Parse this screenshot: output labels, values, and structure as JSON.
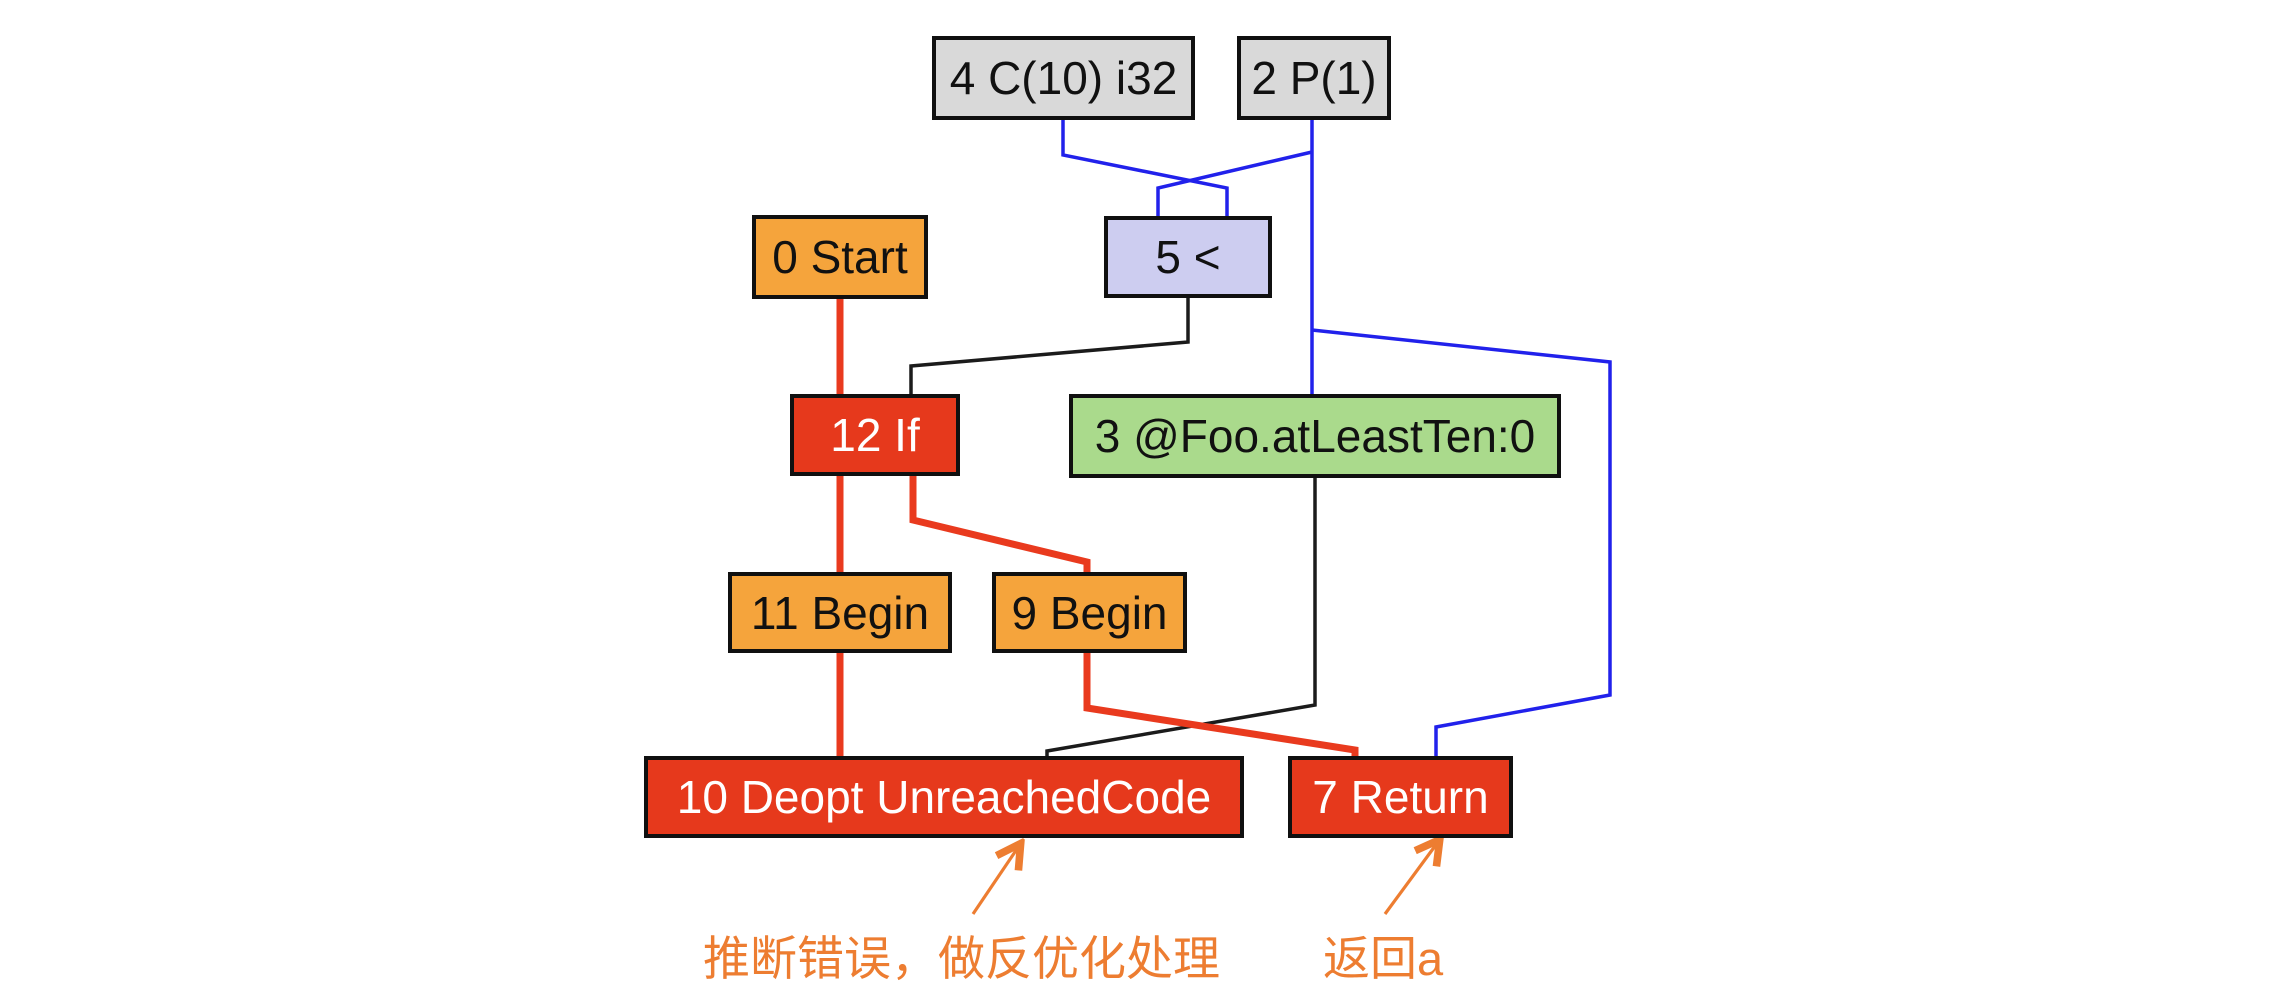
{
  "diagram": {
    "nodes": {
      "const4": {
        "label": "4 C(10) i32"
      },
      "param2": {
        "label": "2 P(1)"
      },
      "start0": {
        "label": "0 Start"
      },
      "less5": {
        "label": "5 <"
      },
      "if12": {
        "label": "12 If"
      },
      "call3": {
        "label": "3 @Foo.atLeastTen:0"
      },
      "begin11": {
        "label": "11 Begin"
      },
      "begin9": {
        "label": "9 Begin"
      },
      "deopt10": {
        "label": "10 Deopt UnreachedCode"
      },
      "return7": {
        "label": "7 Return"
      }
    },
    "annotations": {
      "deopt_note": "推断错误，做反优化处理",
      "return_note": "返回a"
    },
    "edges": [
      {
        "from": "4 C(10) i32",
        "to": "5 <",
        "color": "blue"
      },
      {
        "from": "2 P(1)",
        "to": "5 <",
        "color": "blue"
      },
      {
        "from": "2 P(1)",
        "to": "3 @Foo.atLeastTen:0",
        "color": "blue"
      },
      {
        "from": "2 P(1)",
        "to": "7 Return",
        "color": "blue"
      },
      {
        "from": "5 <",
        "to": "12 If",
        "color": "black"
      },
      {
        "from": "3 @Foo.atLeastTen:0",
        "to": "10 Deopt UnreachedCode",
        "color": "black"
      },
      {
        "from": "0 Start",
        "to": "12 If",
        "color": "red"
      },
      {
        "from": "12 If",
        "to": "11 Begin",
        "color": "red"
      },
      {
        "from": "12 If",
        "to": "9 Begin",
        "color": "red"
      },
      {
        "from": "11 Begin",
        "to": "10 Deopt UnreachedCode",
        "color": "red"
      },
      {
        "from": "9 Begin",
        "to": "7 Return",
        "color": "red"
      }
    ],
    "colors": {
      "background": "#ffffff",
      "node_border": "#101010",
      "constant_fill": "#d9d9d9",
      "control_fill": "#f5a43c",
      "deopt_fill": "#e6391c",
      "value_fill": "#cdcdf0",
      "call_fill": "#aada8c",
      "value_edge": "#2121eb",
      "effect_edge": "#1b1b1b",
      "control_edge": "#e93a1e",
      "annotation": "#ed7d31"
    }
  }
}
